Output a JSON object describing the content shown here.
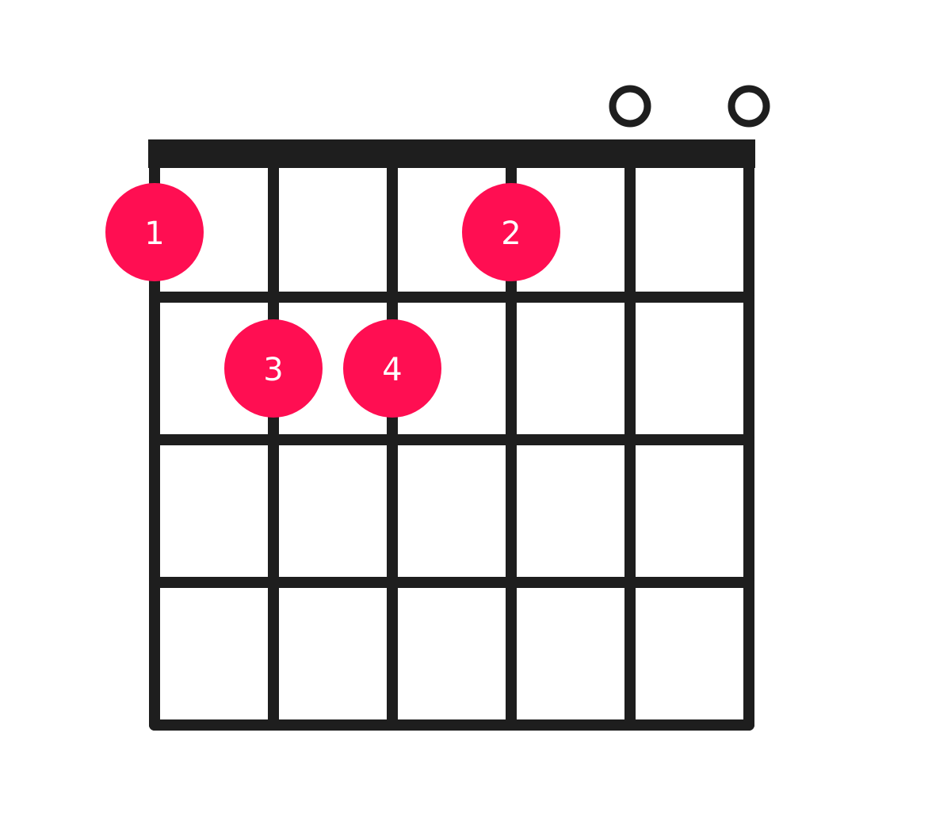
{
  "diagram": {
    "colors": {
      "line": "#1e1e1e",
      "finger": "#ff0e52",
      "finger_text": "#ffffff",
      "background": "#ffffff"
    },
    "strings": 6,
    "frets": 4,
    "open_strings": [
      5,
      6
    ],
    "fingers": [
      {
        "string": 1,
        "fret": 1,
        "label": "1"
      },
      {
        "string": 4,
        "fret": 1,
        "label": "2"
      },
      {
        "string": 2,
        "fret": 2,
        "label": "3"
      },
      {
        "string": 3,
        "fret": 2,
        "label": "4"
      }
    ]
  }
}
